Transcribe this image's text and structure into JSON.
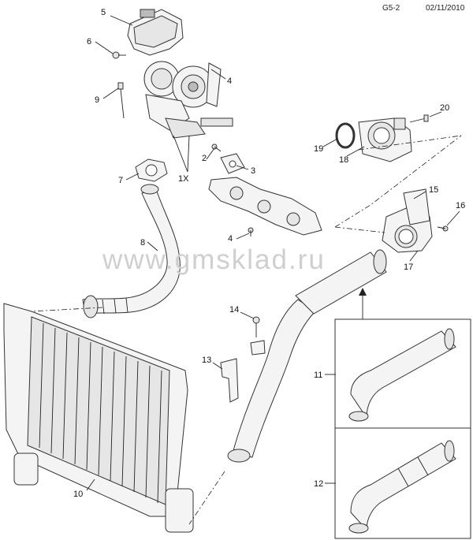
{
  "header": {
    "code": "G5-2",
    "date": "02/11/2010"
  },
  "watermark": "www.gmsklad.ru",
  "callouts": [
    "1X",
    "2",
    "3",
    "4",
    "4",
    "5",
    "6",
    "7",
    "8",
    "9",
    "10",
    "11",
    "12",
    "13",
    "14",
    "15",
    "16",
    "17",
    "18",
    "19",
    "20"
  ]
}
